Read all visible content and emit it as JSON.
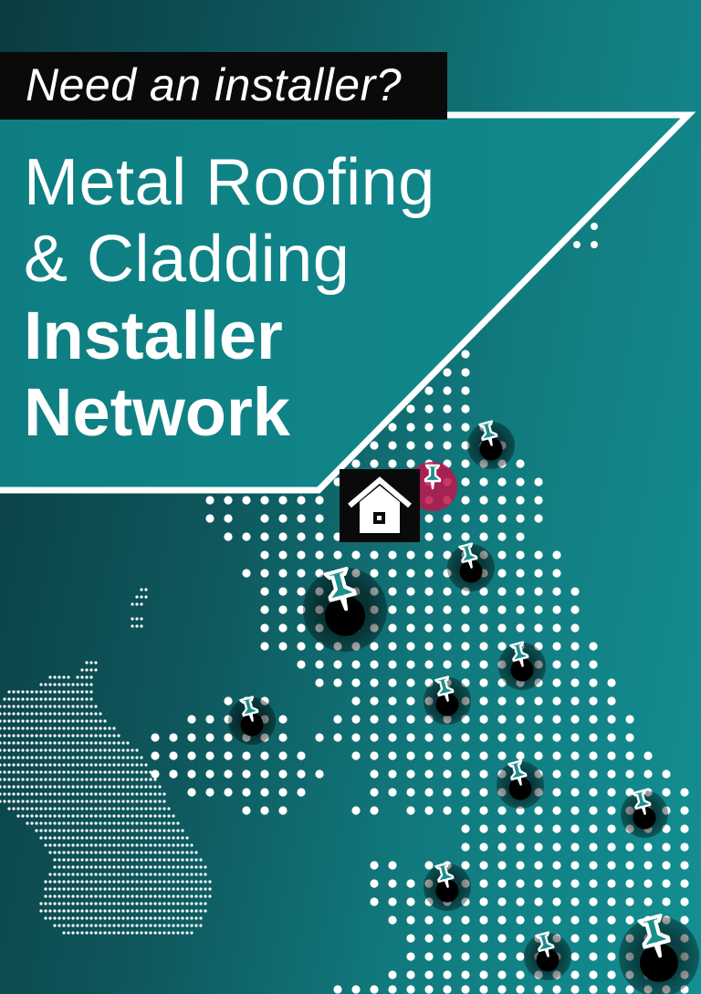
{
  "poster": {
    "tagline": "Need an installer?",
    "title_line1": "Metal Roofing",
    "title_line2": "& Cladding",
    "title_line3": "Installer",
    "title_line4": "Network"
  },
  "colors": {
    "background_dark": "#0b3c41",
    "background_light": "#138f93",
    "panel_teal": "#0f8589",
    "dot_white": "#ffffff",
    "pin_teal": "#1a8f8c",
    "house_highlight": "#c0144e",
    "label_black": "#0a0a0a"
  },
  "icons": {
    "home": "house-icon",
    "pin": "push-pin-icon",
    "map": "uk-dot-map"
  }
}
